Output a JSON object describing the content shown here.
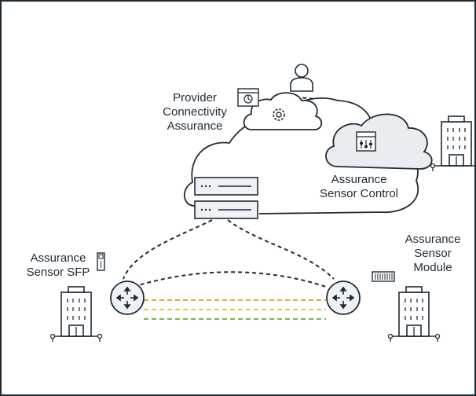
{
  "labels": {
    "pca": [
      "Provider",
      "Connectivity",
      "Assurance"
    ],
    "asc": [
      "Assurance",
      "Sensor Control"
    ],
    "sfp": [
      "Assurance",
      "Sensor SFP"
    ],
    "module": [
      "Assurance",
      "Sensor",
      "Module"
    ]
  },
  "colors": {
    "line": "#1f2b36",
    "node_fill": "#eef2f6",
    "dash_orange": "#f5a623",
    "dash_yellow": "#f3c23a",
    "dash_green": "#7bb642"
  },
  "icons": [
    "building-icon",
    "router-icon",
    "server-icon",
    "cloud-icon",
    "gear-icon",
    "sliders-icon",
    "user-icon",
    "dashboard-icon",
    "sfp-icon",
    "sensor-module-icon"
  ]
}
